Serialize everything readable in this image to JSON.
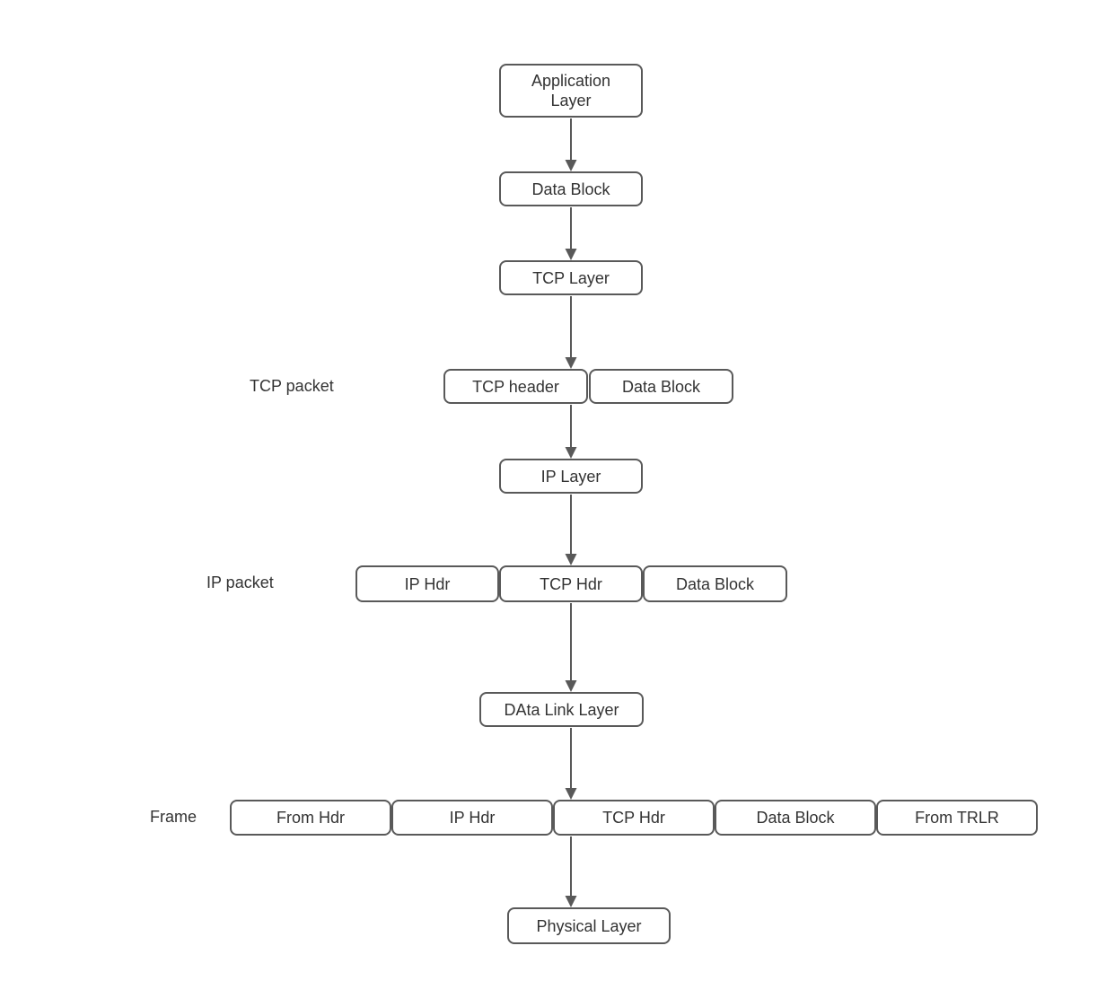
{
  "colors": {
    "border": "#595959",
    "text": "#333333",
    "arrow": "#595959",
    "bg": "#ffffff"
  },
  "nodes": {
    "application_layer": "Application\nLayer",
    "data_block_1": "Data Block",
    "tcp_layer": "TCP Layer",
    "tcp_header": "TCP header",
    "data_block_2": "Data Block",
    "ip_layer": "IP Layer",
    "ip_hdr": "IP Hdr",
    "tcp_hdr": "TCP Hdr",
    "data_block_3": "Data Block",
    "data_link_layer": "DAta Link Layer",
    "frame_from_hdr": "From Hdr",
    "frame_ip_hdr": "IP Hdr",
    "frame_tcp_hdr": "TCP Hdr",
    "frame_data_block": "Data Block",
    "frame_from_trlr": "From TRLR",
    "physical_layer": "Physical Layer"
  },
  "labels": {
    "tcp_packet": "TCP packet",
    "ip_packet": "IP packet",
    "frame": "Frame"
  }
}
